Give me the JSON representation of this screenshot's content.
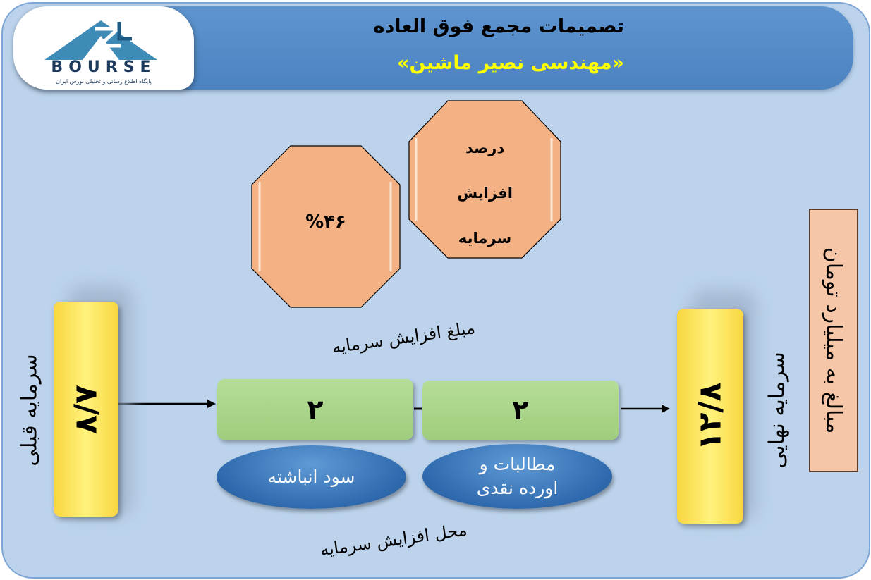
{
  "header": {
    "title": "تصمیمات مجمع فوق العاده",
    "subtitle": "«مهندسی نصیر ماشین»"
  },
  "logo": {
    "word": "BOURSE",
    "tagline": "پایگاه اطلاع رسانی و تحلیلی بورس ایران"
  },
  "increase_percent": {
    "label_line1": "درصد",
    "label_line2": "افزایش",
    "label_line3": "سرمایه",
    "value": "%۴۶"
  },
  "capital_before": {
    "label": "سرمایه قبلی",
    "value": "۸/۷"
  },
  "capital_after": {
    "label": "سرمایه نهایی",
    "value": "۱۲/۸"
  },
  "increase_amount_label": "مبلغ افزایش سرمایه",
  "source_label": "محل افزایش سرمایه",
  "sources": [
    {
      "amount": "۲",
      "name": "سود انباشته"
    },
    {
      "amount": "۲",
      "name_line1": "مطالبات و",
      "name_line2": "اورده نقدی"
    }
  ],
  "unit_note": "مبالغ به میلیارد تومان",
  "colors": {
    "panel": "#bcd3eb",
    "header": "#4f86c4",
    "hexagon": "#f4b183",
    "bar": "#ffe265",
    "green": "#a9d18e",
    "oval": "#2f6aae",
    "subtitle": "#ffff00"
  }
}
